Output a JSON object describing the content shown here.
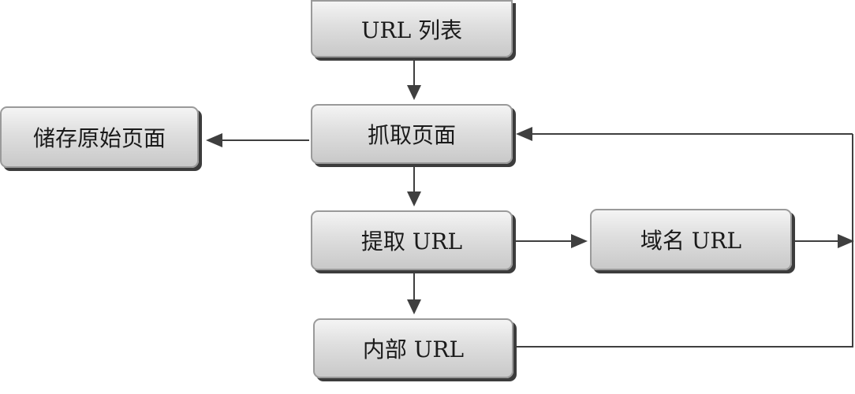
{
  "nodes": {
    "url_list": "URL 列表",
    "fetch_page": "抓取页面",
    "store_raw": "储存原始页面",
    "extract_url": "提取 URL",
    "domain_url": "域名 URL",
    "internal_url": "内部 URL"
  },
  "colors": {
    "edge": "#3f3f3f",
    "node_border": "#9a9a9a",
    "node_shadow": "#3c3c3c"
  }
}
